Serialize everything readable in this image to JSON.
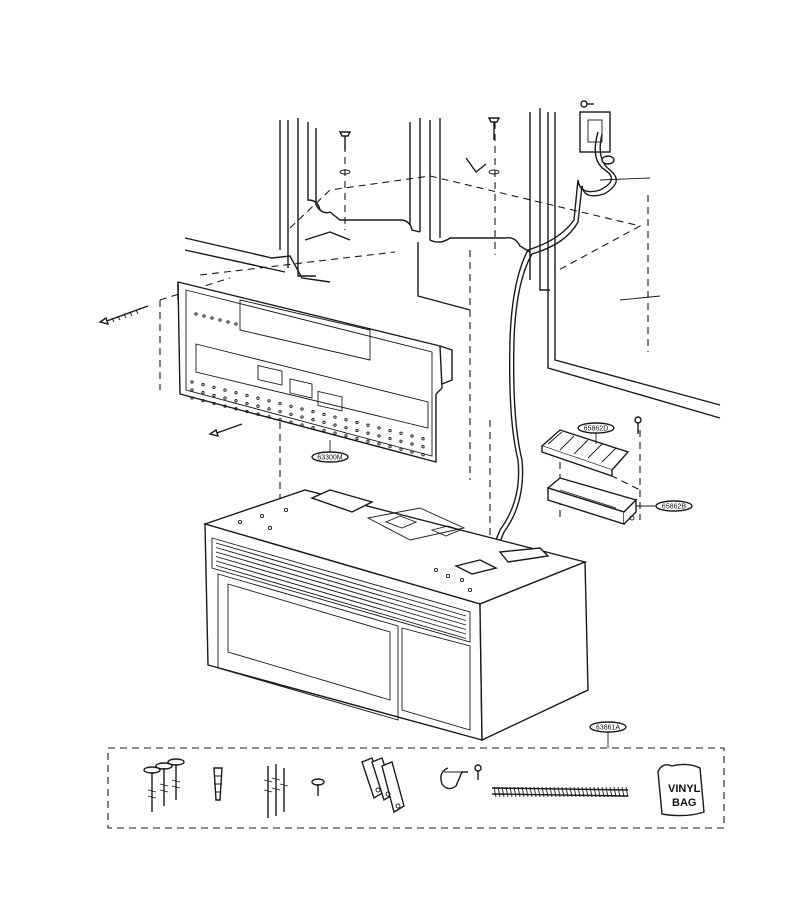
{
  "parts": {
    "mounting_plate": "63300M",
    "filter_cover": "65862D",
    "filter_holder": "65862B",
    "hardware_kit": "63861A"
  },
  "kit": {
    "bag_line1": "VINYL",
    "bag_line2": "BAG"
  },
  "icons": {
    "wall_plate": "mounting-plate-icon",
    "microwave": "microwave-oven-icon",
    "cord": "power-cord-icon",
    "bag": "vinyl-bag-icon"
  }
}
